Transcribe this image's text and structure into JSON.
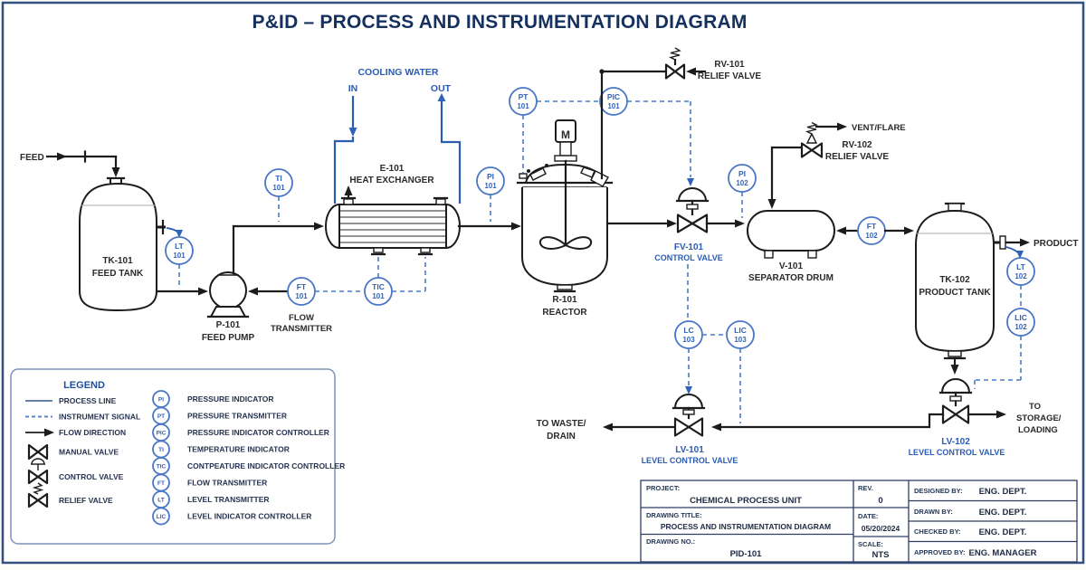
{
  "title": "P&ID – PROCESS AND INSTRUMENTATION DIAGRAM",
  "colors": {
    "accent_navy": "#14305f",
    "instrument_blue": "#2f62b8",
    "process_black": "#1c1c1c"
  },
  "streams": {
    "feed": "FEED",
    "product": "PRODUCT",
    "vent_flare": "VENT/FLARE",
    "waste_line1": "TO WASTE/",
    "waste_line2": "DRAIN",
    "storage_line1": "TO",
    "storage_line2": "STORAGE/",
    "storage_line3": "LOADING",
    "cooling_water": "COOLING WATER",
    "cw_in": "IN",
    "cw_out": "OUT"
  },
  "equipment": {
    "tk101_tag": "TK-101",
    "tk101_name": "FEED TANK",
    "p101_tag": "P-101",
    "p101_name": "FEED PUMP",
    "e101_tag": "E-101",
    "e101_name": "HEAT EXCHANGER",
    "r101_tag": "R-101",
    "r101_name": "REACTOR",
    "v101_tag": "V-101",
    "v101_name": "SEPARATOR DRUM",
    "tk102_tag": "TK-102",
    "tk102_name": "PRODUCT TANK",
    "motor": "M"
  },
  "valves": {
    "rv101_tag": "RV-101",
    "rv101_name": "RELIEF VALVE",
    "rv102_tag": "RV-102",
    "rv102_name": "RELIEF VALVE",
    "fv101_tag": "FV-101",
    "fv101_name": "CONTROL VALVE",
    "lv101_tag": "LV-101",
    "lv101_name": "LEVEL CONTROL VALVE",
    "lv102_tag": "LV-102",
    "lv102_name": "LEVEL CONTROL VALVE"
  },
  "instruments": {
    "ti101": {
      "tag": "TI",
      "num": "101"
    },
    "lt101": {
      "tag": "LT",
      "num": "101"
    },
    "ft101": {
      "tag": "FT",
      "num": "101",
      "caption1": "FLOW",
      "caption2": "TRANSMITTER"
    },
    "tic101": {
      "tag": "TIC",
      "num": "101"
    },
    "pi101": {
      "tag": "PI",
      "num": "101"
    },
    "pt101": {
      "tag": "PT",
      "num": "101"
    },
    "pic101": {
      "tag": "PIC",
      "num": "101"
    },
    "pi102": {
      "tag": "PI",
      "num": "102"
    },
    "ft102": {
      "tag": "FT",
      "num": "102"
    },
    "lt102": {
      "tag": "LT",
      "num": "102"
    },
    "lic102": {
      "tag": "LIC",
      "num": "102"
    },
    "lc103": {
      "tag": "LC",
      "num": "103"
    },
    "lic103": {
      "tag": "LIC",
      "num": "103"
    }
  },
  "legend": {
    "title": "LEGEND",
    "line_items": [
      {
        "label": "PROCESS LINE"
      },
      {
        "label": "INSTRUMENT SIGNAL"
      },
      {
        "label": "FLOW DIRECTION"
      },
      {
        "label": "MANUAL VALVE"
      },
      {
        "label": "CONTROL VALVE"
      },
      {
        "label": "RELIEF VALVE"
      }
    ],
    "bubble_items": [
      {
        "tag": "PI",
        "label": "PRESSURE INDICATOR"
      },
      {
        "tag": "PT",
        "label": "PRESSURE TRANSMITTER"
      },
      {
        "tag": "PIC",
        "label": "PRESSURE INDICATOR CONTROLLER"
      },
      {
        "tag": "TI",
        "label": "TEMPERATURE INDICATOR"
      },
      {
        "tag": "TIC",
        "label": "CONTPEATURE INDICATOR CONTROLLER"
      },
      {
        "tag": "FT",
        "label": "FLOW TRANSMITTER"
      },
      {
        "tag": "LT",
        "label": "LEVEL TRANSMITTER"
      },
      {
        "tag": "LIC",
        "label": "LEVEL INDICATOR CONTROLLER"
      }
    ]
  },
  "title_block": {
    "project_label": "PROJECT:",
    "project": "CHEMICAL PROCESS UNIT",
    "drawing_title_label": "DRAWING TITLE:",
    "drawing_title": "PROCESS AND INSTRUMENTATION DIAGRAM",
    "drawing_no_label": "DRAWING NO.:",
    "drawing_no": "PID-101",
    "rev_label": "REV.",
    "rev": "0",
    "date_label": "DATE:",
    "date": "05/20/2024",
    "scale_label": "SCALE:",
    "scale": "NTS",
    "designed_label": "DESIGNED BY:",
    "designed": "ENG. DEPT.",
    "drawn_label": "DRAWN BY:",
    "drawn": "ENG. DEPT.",
    "checked_label": "CHECKED BY:",
    "checked": "ENG. DEPT.",
    "approved_label": "APPROVED BY:",
    "approved": "ENG. MANAGER"
  }
}
